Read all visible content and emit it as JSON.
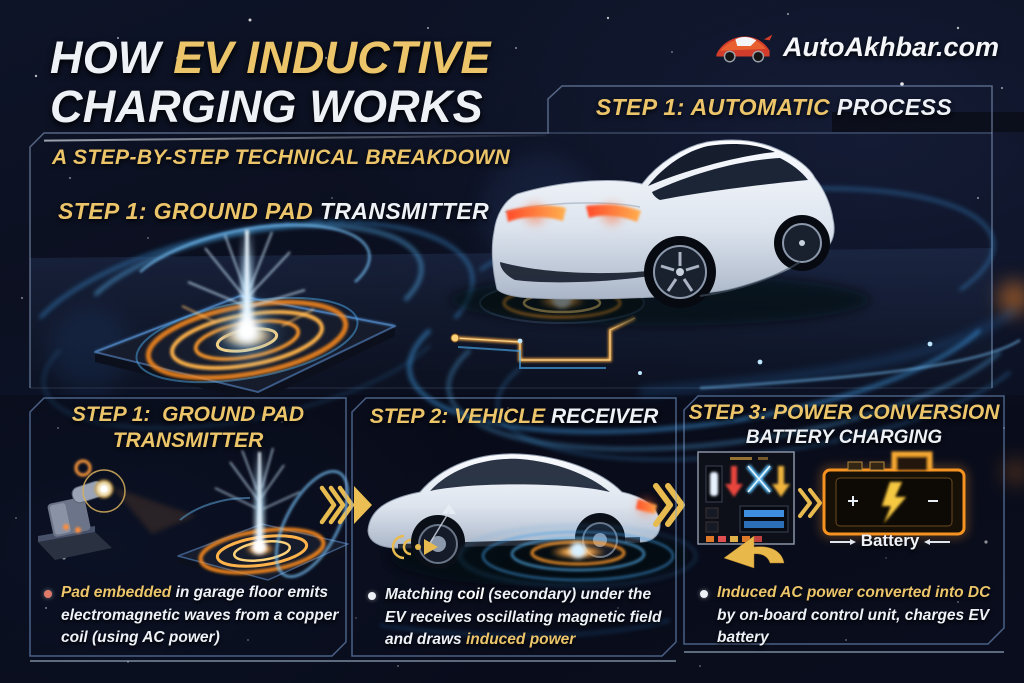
{
  "brand": {
    "name": "AutoAkhbar.com",
    "logo_icon": "car-logo"
  },
  "header": {
    "title_line1": [
      {
        "t": "HOW ",
        "s": "white"
      },
      {
        "t": "EV INDUCTIVE",
        "s": "gold"
      }
    ],
    "title_line2": [
      {
        "t": "CHARGING WORKS",
        "s": "white"
      }
    ],
    "subtitle": [
      {
        "t": "A STEP-BY-STEP TECHNICAL BREAKDOWN",
        "s": "gold"
      }
    ]
  },
  "scene": {
    "banner": [
      {
        "t": "STEP 1: AUTOMATIC ",
        "s": "gold"
      },
      {
        "t": "PROCESS",
        "s": "white"
      }
    ],
    "pad_label": [
      {
        "t": "STEP 1: GROUND PAD ",
        "s": "gold"
      },
      {
        "t": "TRANSMITTER",
        "s": "white"
      }
    ]
  },
  "steps": [
    {
      "heading_line1": [
        {
          "t": "STEP 1:  GROUND PAD",
          "s": "gold"
        }
      ],
      "heading_line2": [
        {
          "t": "TRANSMITTER",
          "s": "gold"
        }
      ],
      "bullet": [
        {
          "t": "Pad embedded ",
          "s": "gold"
        },
        {
          "t": "in garage floor emits electromagnetic waves from a copper coil (using AC power)",
          "s": "white"
        }
      ],
      "dot_style": "background:#e07a68"
    },
    {
      "heading_line1": [
        {
          "t": "STEP 2: VEHICLE ",
          "s": "gold"
        },
        {
          "t": "RECEIVER",
          "s": "white"
        }
      ],
      "heading_line2": [],
      "bullet": [
        {
          "t": "Matching ",
          "s": "white"
        },
        {
          "t": "coil",
          "s": "white-bold"
        },
        {
          "t": " (secondary) under the EV receives oscillating magnetic field and draws ",
          "s": "white"
        },
        {
          "t": "induced power",
          "s": "gold"
        }
      ],
      "dot_style": "background:#eef2f7"
    },
    {
      "heading_line1": [
        {
          "t": "STEP 3: POWER CONVERSION",
          "s": "gold"
        }
      ],
      "heading_line2": [
        {
          "t": "BATTERY CHARGING",
          "s": "white"
        }
      ],
      "bullet": [
        {
          "t": "Induced AC power converted into DC ",
          "s": "gold"
        },
        {
          "t": "by on-board control unit, charges EV battery",
          "s": "white"
        }
      ],
      "dot_style": "background:#eef2f7"
    }
  ],
  "labels": {
    "battery": "Battery"
  },
  "colors": {
    "gold": "#ecc56a",
    "white": "#eef1f6",
    "background": "#0a0e1d",
    "blue_glow": "#3fa9f5",
    "orange_glow": "#ff9a2a",
    "taillight": "#ff7a3c",
    "logo_red": "#d23c2a"
  }
}
